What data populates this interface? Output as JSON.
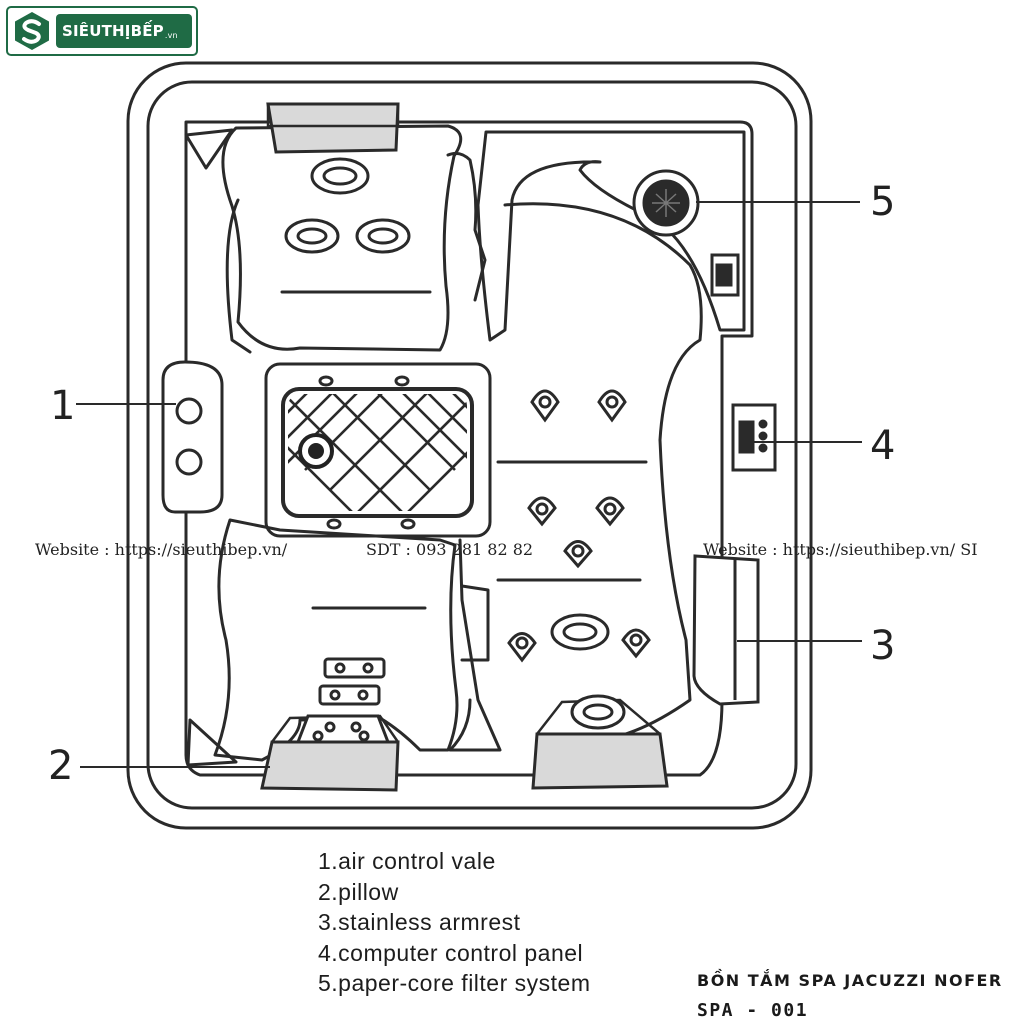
{
  "logo": {
    "text": "SIÊUTHỊBẾP",
    "suffix": ".vn",
    "color": "#1f6b45"
  },
  "callouts": [
    "1",
    "2",
    "3",
    "4",
    "5"
  ],
  "legend": [
    "1.air control vale",
    "2.pillow",
    "3.stainless armrest",
    "4.computer control panel",
    "5.paper-core filter system"
  ],
  "watermark": {
    "website_1": "Website : https://sieuthibep.vn/",
    "phone": "SDT : 093 281 82 82",
    "website_2": "Website : https://sieuthibep.vn/ SI"
  },
  "product": {
    "name": "BỒN TẮM SPA JACUZZI NOFER",
    "code": "SPA - 001"
  }
}
